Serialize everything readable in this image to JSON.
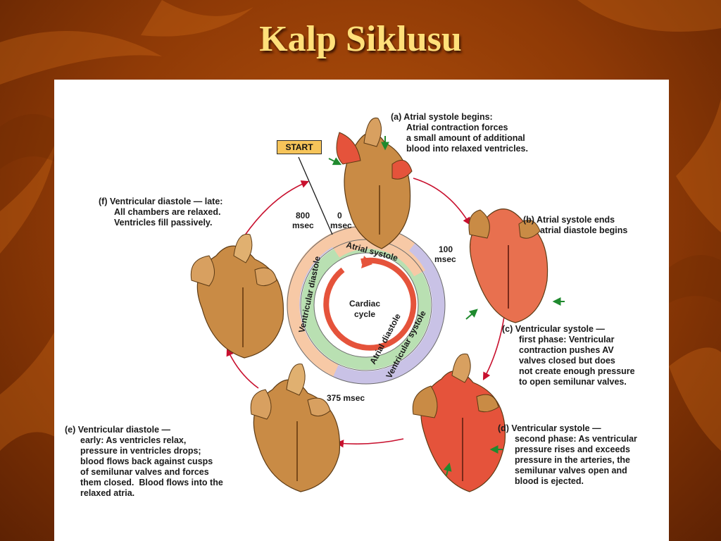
{
  "slide": {
    "title": "Kalp Siklusu"
  },
  "diagram": {
    "start_label": "START",
    "center": [
      "Cardiac",
      "cycle"
    ],
    "rings": {
      "atrial_systole": "Atrial systole",
      "ventricular_diastole": "Ventricular diastole",
      "atrial_diastole": "Atrial diastole",
      "ventricular_systole": "Ventricular systole"
    },
    "time_marks": {
      "m800": [
        "800",
        "msec"
      ],
      "m0": [
        "0",
        "msec"
      ],
      "m100": [
        "100",
        "msec"
      ],
      "m375": "375 msec"
    },
    "steps": {
      "a": {
        "heading": "(a) Atrial systole begins:",
        "body": "Atrial contraction forces\na small amount of additional\nblood into relaxed ventricles."
      },
      "b": {
        "heading": "(b) Atrial systole ends",
        "body": "atrial diastole begins"
      },
      "c": {
        "heading": "(c) Ventricular systole —",
        "body": "first phase: Ventricular\ncontraction pushes AV\nvalves closed but does\nnot create enough pressure\nto open semilunar valves."
      },
      "d": {
        "heading": "(d) Ventricular systole —",
        "body": "second phase: As ventricular\npressure rises and exceeds\npressure in the arteries, the\nsemilunar valves open and\nblood is ejected."
      },
      "e": {
        "heading": "(e) Ventricular diastole —",
        "body": "early: As ventricles relax,\npressure in ventricles drops;\nblood flows back against cusps\nof semilunar valves and forces\nthem closed.  Blood flows into the\nrelaxed atria."
      },
      "f": {
        "heading": "(f) Ventricular diastole — late:",
        "body": "All chambers are relaxed.\nVentricles fill passively."
      }
    },
    "colors": {
      "atrial_systole_band": "#f7c9a6",
      "ventricular_diastole_band": "#f7c9a6",
      "atrial_diastole_band": "#b9e0b2",
      "ventricular_systole_band": "#c9c2e6",
      "arrow_red": "#c8102e",
      "heart_tan": "#c98b45",
      "heart_red": "#e5533b"
    }
  }
}
